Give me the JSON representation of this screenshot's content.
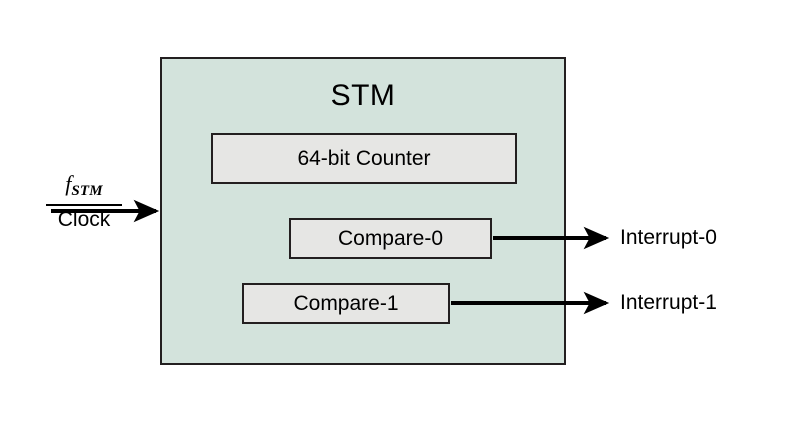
{
  "diagram": {
    "title": "STM",
    "module": {
      "label": "STM",
      "fill_color": "#d3e3dc",
      "border_color": "#231f20"
    },
    "blocks": [
      {
        "id": "counter",
        "label": "64-bit Counter",
        "fill_color": "#e6e6e4"
      },
      {
        "id": "compare0",
        "label": "Compare-0",
        "fill_color": "#e6e6e4"
      },
      {
        "id": "compare1",
        "label": "Compare-1",
        "fill_color": "#e6e6e4"
      }
    ],
    "inputs": [
      {
        "id": "clock",
        "symbol_base": "f",
        "symbol_subscript": "STM",
        "label": "Clock"
      }
    ],
    "outputs": [
      {
        "id": "interrupt0",
        "label": "Interrupt-0",
        "source": "Compare-0"
      },
      {
        "id": "interrupt1",
        "label": "Interrupt-1",
        "source": "Compare-1"
      }
    ],
    "arrows": [
      {
        "id": "clock-arrow",
        "direction": "right",
        "from": "Clock",
        "to": "STM"
      },
      {
        "id": "interrupt0-arrow",
        "direction": "right",
        "from": "Compare-0",
        "to": "Interrupt-0"
      },
      {
        "id": "interrupt1-arrow",
        "direction": "right",
        "from": "Compare-1",
        "to": "Interrupt-1"
      }
    ]
  }
}
